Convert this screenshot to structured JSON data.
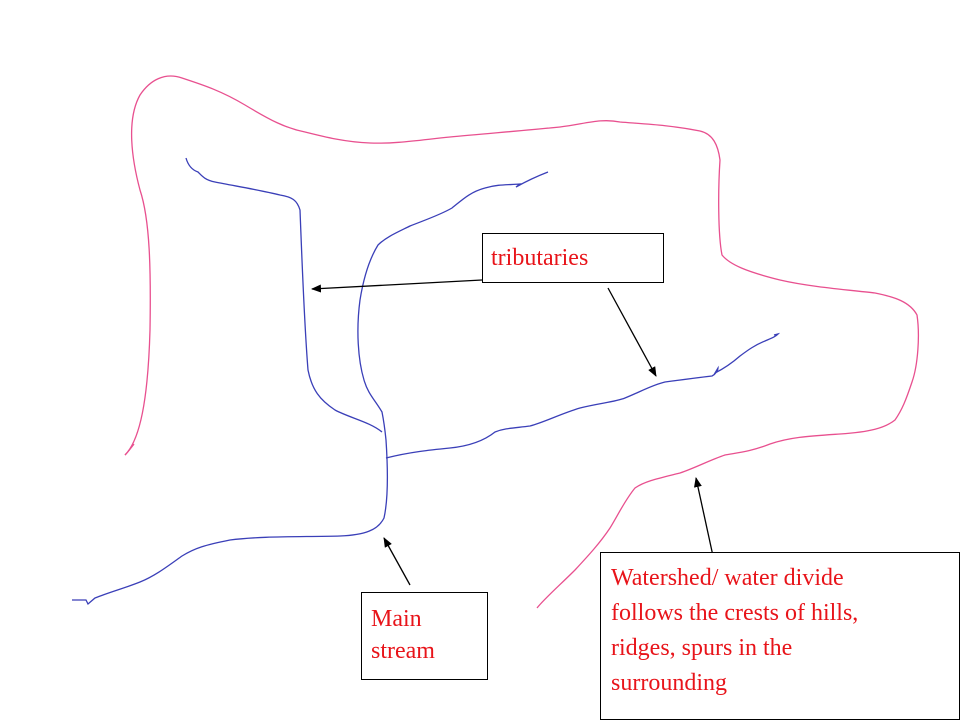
{
  "labels": {
    "tributaries": "tributaries",
    "main_stream": [
      "Main",
      "stream"
    ],
    "watershed": [
      "Watershed/  water divide",
      "follows the crests of hills,",
      "ridges, spurs in the",
      "surrounding"
    ]
  },
  "colors": {
    "watershed_line": "#e8508f",
    "stream_line": "#3a3fb8",
    "label_text": "#e8141a",
    "arrow": "#000000"
  }
}
